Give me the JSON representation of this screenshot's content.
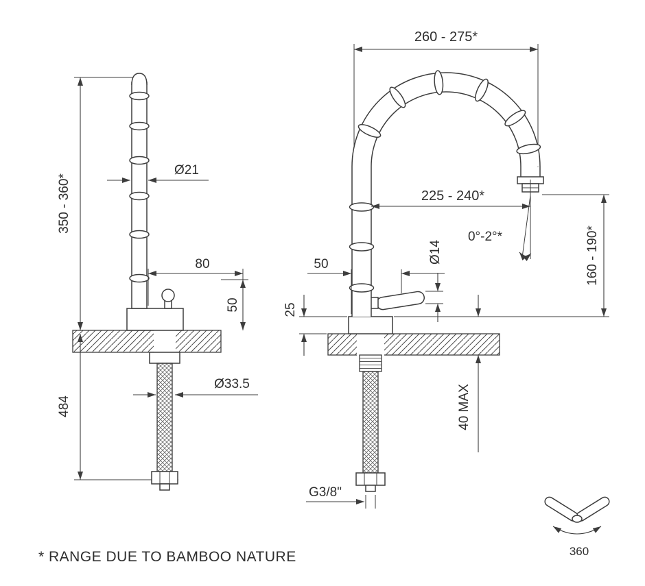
{
  "colors": {
    "line": "#3d3d3d",
    "background": "#ffffff"
  },
  "footnote": "* RANGE DUE TO BAMBOO NATURE",
  "side_view": {
    "height_range": "350 - 360*",
    "spout_diameter": "Ø21",
    "base_depth": "80",
    "base_height": "50",
    "under_counter_length": "484",
    "shank_diameter": "Ø33.5"
  },
  "front_view": {
    "spout_reach_overall": "260 - 275*",
    "spout_reach": "225 - 240*",
    "lever_diameter": "Ø14",
    "spout_angle": "0°-2°*",
    "outlet_height": "160 - 190*",
    "body_width": "50",
    "base_height": "25",
    "counter_thickness": "40 MAX",
    "supply_thread": "G3/8\""
  },
  "swivel": {
    "rotation_degrees": "360"
  }
}
